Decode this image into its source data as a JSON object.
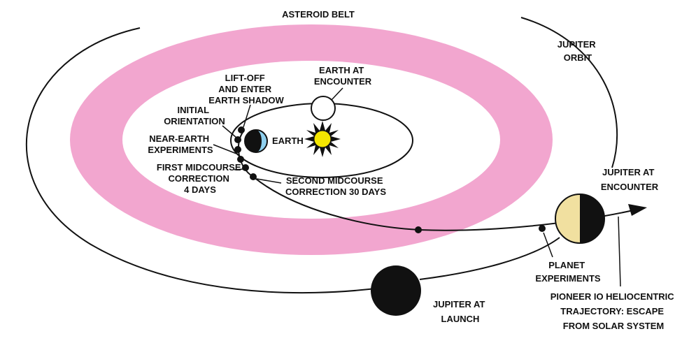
{
  "labels": {
    "asteroid_belt": "ASTEROID BELT",
    "jupiter_orbit": [
      "JUPITER",
      "ORBIT"
    ],
    "earth_at_encounter": [
      "EARTH AT",
      "ENCOUNTER"
    ],
    "liftoff": [
      "LIFT-OFF",
      "AND ENTER",
      "EARTH SHADOW"
    ],
    "initial_orientation": [
      "INITIAL",
      "ORIENTATION"
    ],
    "near_earth": [
      "NEAR-EARTH",
      "EXPERIMENTS"
    ],
    "earth": "EARTH",
    "first_midcourse": [
      "FIRST MIDCOURSE",
      "CORRECTION",
      "4 DAYS"
    ],
    "second_midcourse": [
      "SECOND MIDCOURSE",
      "CORRECTION 30 DAYS"
    ],
    "jupiter_at_encounter": [
      "JUPITER AT",
      "ENCOUNTER"
    ],
    "planet_experiments": [
      "PLANET",
      "EXPERIMENTS"
    ],
    "pioneer_trajectory": [
      "PIONEER IO HELIOCENTRIC",
      "TRAJECTORY:  ESCAPE",
      "FROM SOLAR SYSTEM"
    ],
    "jupiter_at_launch": [
      "JUPITER AT",
      "LAUNCH"
    ]
  },
  "colors": {
    "asteroid_belt": "#f2a6cf",
    "sun": "#f4e600",
    "earth_lit": "#8fd0ef",
    "jupiter_lit": "#f1e0a0",
    "ink": "#111111"
  }
}
